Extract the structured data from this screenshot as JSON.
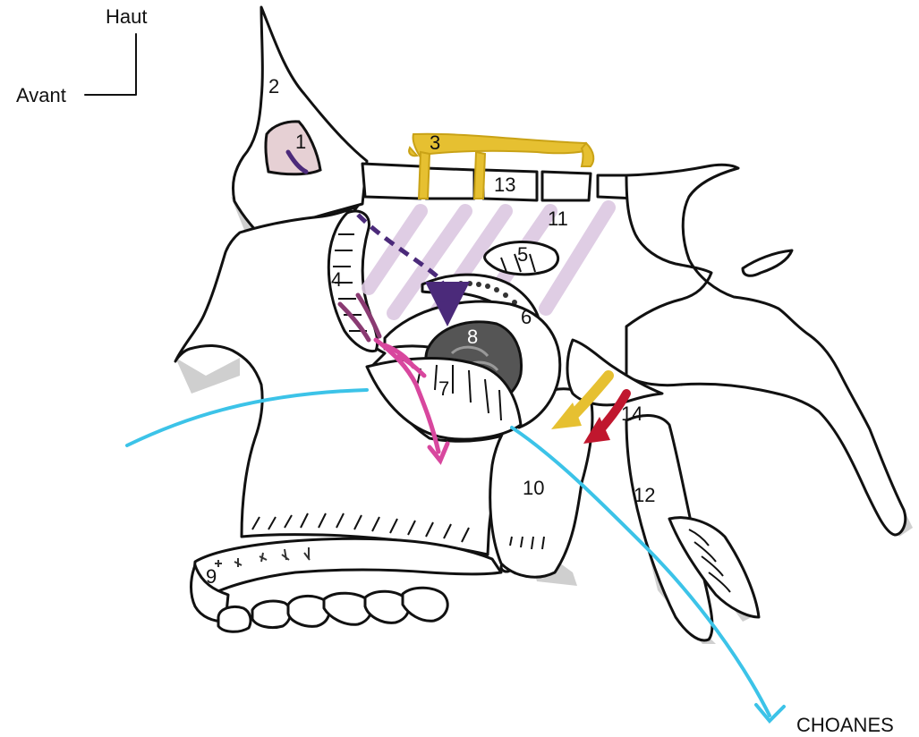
{
  "orientation": {
    "up_label": "Haut",
    "front_label": "Avant"
  },
  "exit_label": "CHOANES",
  "numbers": [
    "1",
    "2",
    "3",
    "4",
    "5",
    "6",
    "7",
    "8",
    "9",
    "10",
    "11",
    "12",
    "13",
    "14"
  ],
  "colors": {
    "airflow": "#3cc3e8",
    "olfactory": "#e6c031",
    "violet_arrow": "#4b2a7a",
    "magenta_arrow": "#d8479e",
    "red_arrow": "#c0172e",
    "lavender_hatch": "#dcc8e2",
    "dark_mass": "#555555"
  }
}
